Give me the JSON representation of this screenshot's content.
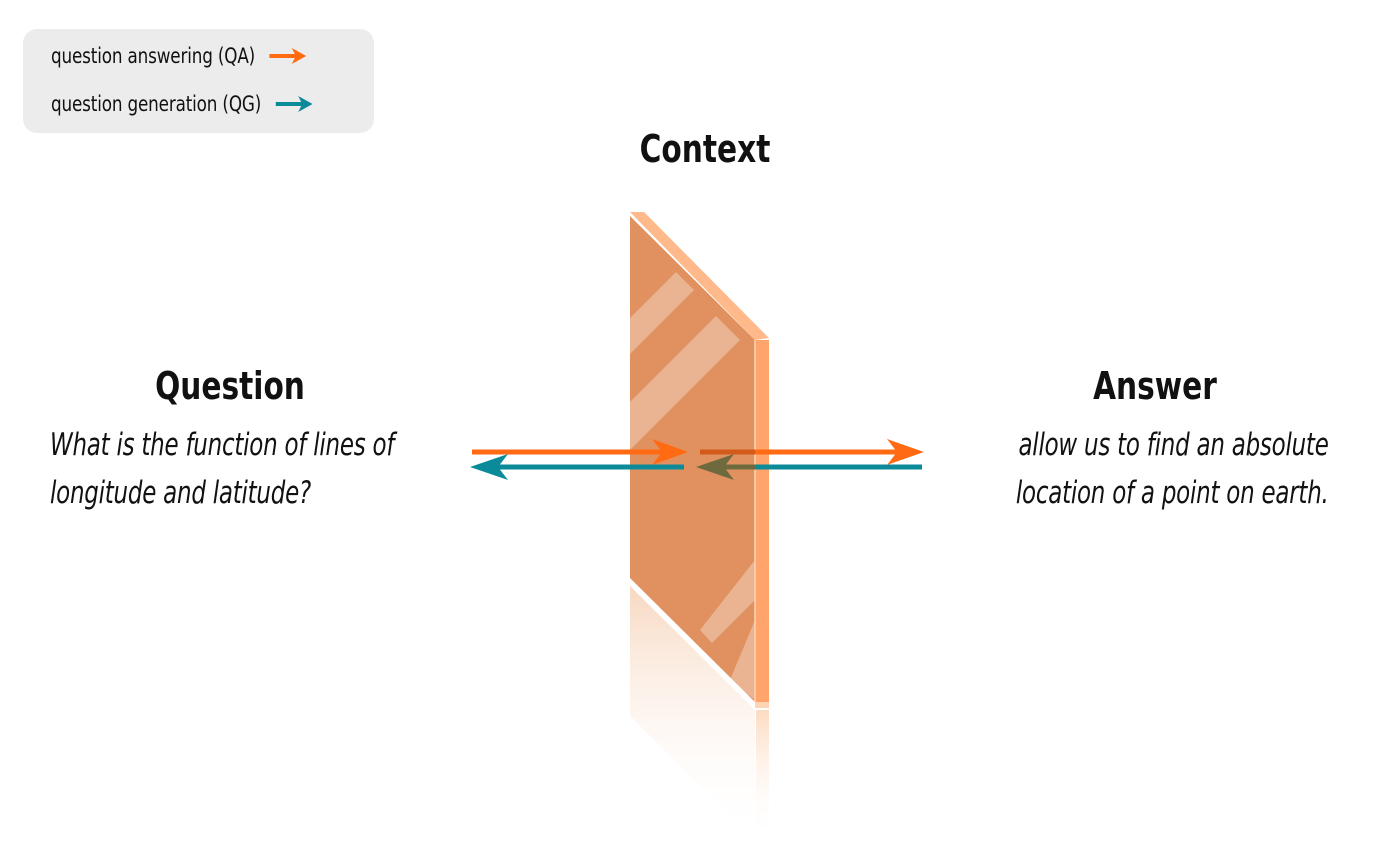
{
  "legend": {
    "items": [
      {
        "label": "question answering (QA)",
        "color": "#ff6a13",
        "icon": "arrow-right-icon"
      },
      {
        "label": "question generation (QG)",
        "color": "#0b8a9a",
        "icon": "arrow-right-icon"
      }
    ]
  },
  "context": {
    "title": "Context",
    "panel_color": "#e0915f",
    "edge_color": "#ffa46a"
  },
  "question": {
    "title": "Question",
    "lines": [
      "What is the function of lines of",
      "longitude and latitude?"
    ]
  },
  "answer": {
    "title": "Answer",
    "lines": [
      "allow us to find an absolute",
      "location of a point on earth."
    ]
  },
  "arrows": {
    "qa": {
      "label": "question answering (QA)",
      "color": "#ff6a13",
      "direction": "question-to-answer"
    },
    "qg": {
      "label": "question generation (QG)",
      "color": "#0b8a9a",
      "direction": "answer-to-question"
    }
  }
}
